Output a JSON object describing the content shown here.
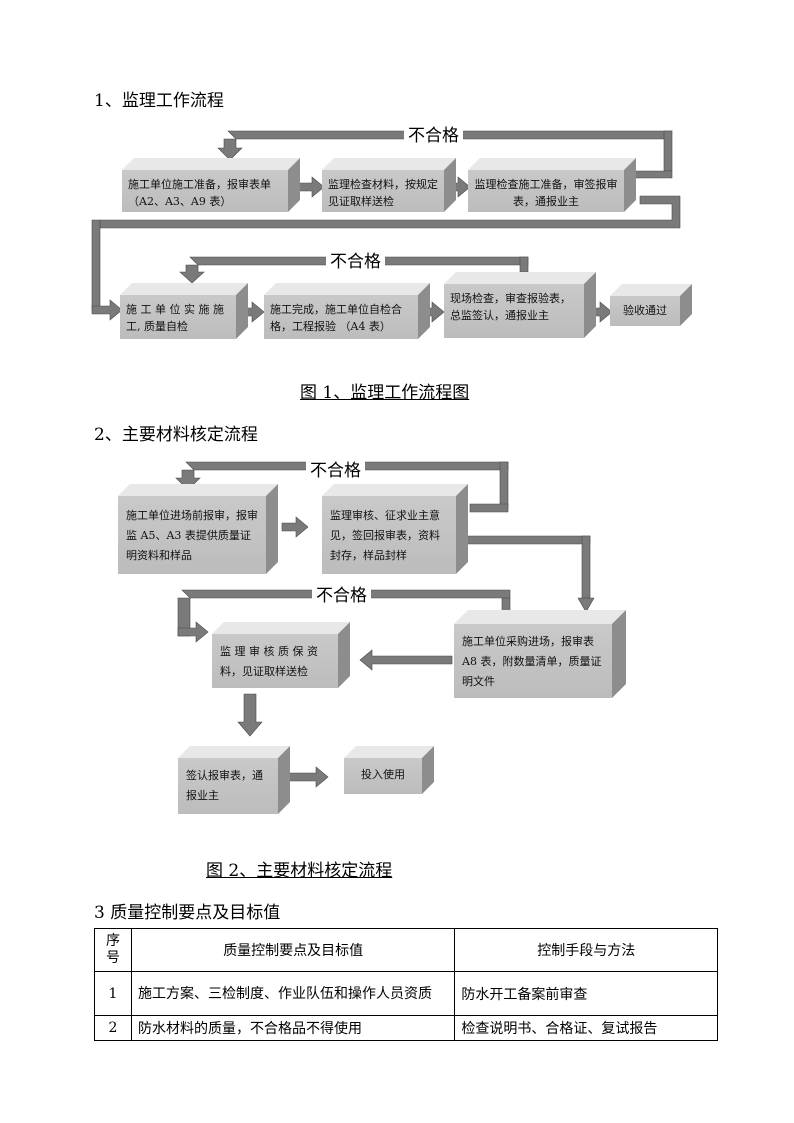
{
  "section1": {
    "heading": "1、监理工作流程",
    "fail_top": "不合格",
    "fail_mid": "不合格",
    "boxes": [
      "施工单位施工准备，报审表单 （A2、A3、A9 表）",
      "监理检查材料，按规定见证取样送检",
      "监理检查施工准备，审签报审表，通报业主",
      "施 工 单 位 实 施 施工, 质量自检",
      "施工完成，施工单位自检合格，工程报验 （A4 表）",
      "现场检查，审查报验表，总监签认，通报业主",
      "验收通过"
    ],
    "caption": "图 1、监理工作流程图"
  },
  "section2": {
    "heading": "2、主要材料核定流程",
    "fail_top": "不合格",
    "fail_mid": "不合格",
    "boxes": [
      "施工单位进场前报审，报审监 A5、A3 表提供质量证明资料和样品",
      "监理审核、征求业主意见，签回报审表，资料封存，样品封样",
      "施工单位采购进场，报审表 A8 表，附数量清单，质量证明文件",
      "监 理 审 核 质 保 资 料，见证取样送检",
      "签认报审表，通报业主",
      "投入使用"
    ],
    "caption": "图 2、主要材料核定流程"
  },
  "section3": {
    "heading": "3 质量控制要点及目标值",
    "table": {
      "headers": [
        "序号",
        "质量控制要点及目标值",
        "控制手段与方法"
      ],
      "rows": [
        [
          "1",
          "施工方案、三检制度、作业队伍和操作人员资质",
          "防水开工备案前审查"
        ],
        [
          "2",
          "防水材料的质量，不合格品不得使用",
          "检查说明书、合格证、复试报告"
        ]
      ]
    }
  }
}
